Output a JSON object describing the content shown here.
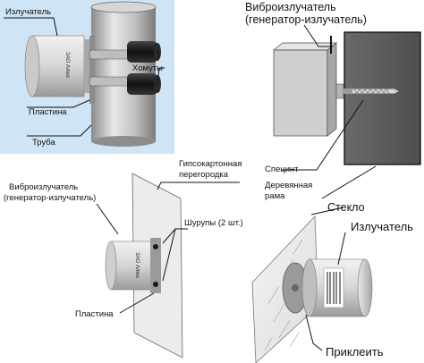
{
  "panel_pipe": {
    "emitter_label": "Излучатель",
    "clamps_label": "Хомуты",
    "plate_label": "Пластина",
    "pipe_label": "Труба",
    "device_brand": "ЗАО Алма"
  },
  "panel_wall": {
    "emitter_label_line1": "Виброизлучатель",
    "emitter_label_line2": "(генератор-излучатель)",
    "screw_label": "Специнт",
    "frame_label_line1": "Деревянная",
    "frame_label_line2": "рама"
  },
  "panel_drywall": {
    "emitter_label_line1": "Виброизлучатель",
    "emitter_label_line2": "(генератор-излучатель)",
    "partition_label_line1": "Гипсокартонная",
    "partition_label_line2": "перегородка",
    "screws_label": "Шурупы (2 шт.)",
    "plate_label": "Пластина"
  },
  "panel_glass": {
    "glass_label": "Стекло",
    "emitter_label": "Излучатель",
    "glue_label": "Приклеить"
  },
  "colors": {
    "pipe_background": "#cfe4f4",
    "wall_dark": "#5a5a5a",
    "device_body": "#d9d9d9",
    "clamp_dark": "#1a1a1a"
  }
}
